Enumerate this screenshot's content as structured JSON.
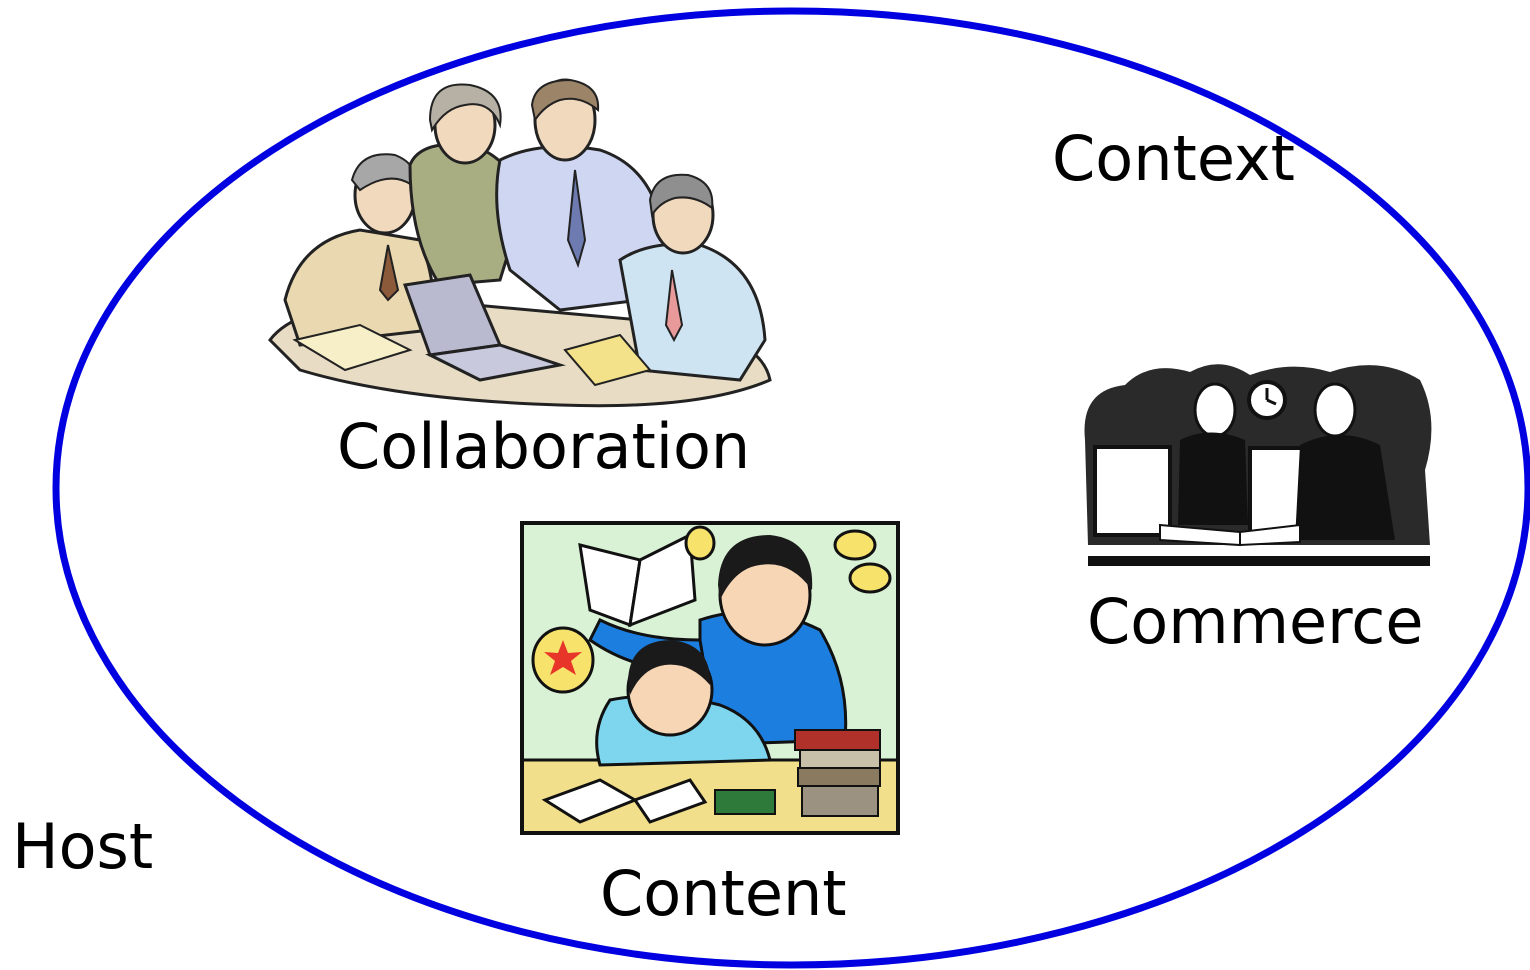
{
  "diagram": {
    "boundary": {
      "label": "Context",
      "stroke_color": "#0000e0"
    },
    "outside_label": "Host",
    "nodes": [
      {
        "id": "collaboration",
        "label": "Collaboration",
        "image": "team-meeting-around-laptop"
      },
      {
        "id": "content",
        "label": "Content",
        "image": "parent-tutoring-child-with-books"
      },
      {
        "id": "commerce",
        "label": "Commerce",
        "image": "customer-service-counter-transaction"
      }
    ]
  }
}
